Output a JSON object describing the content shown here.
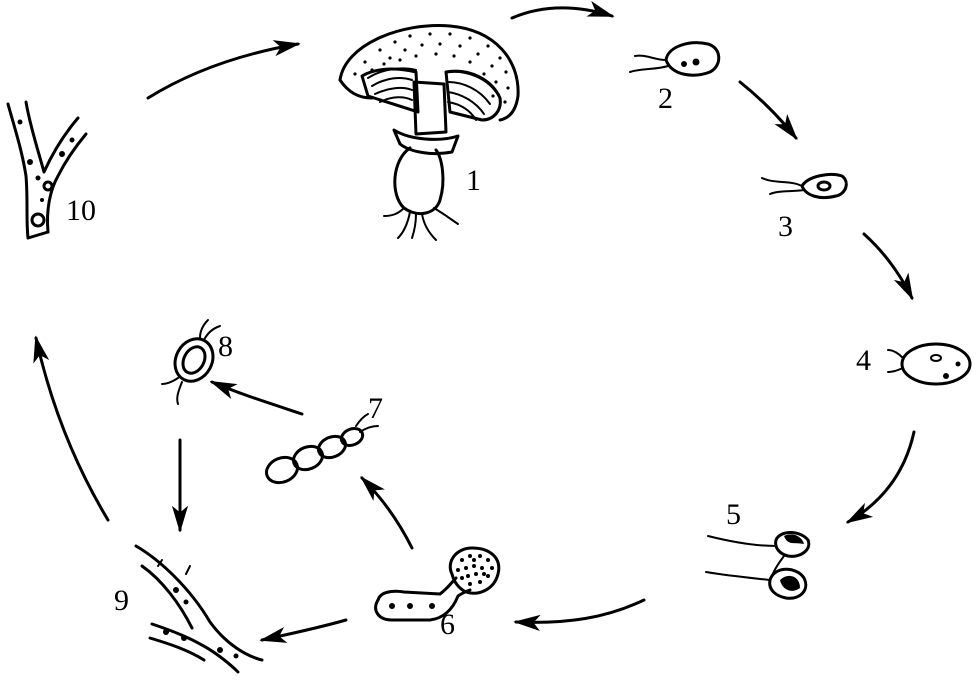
{
  "diagram": {
    "stages": [
      {
        "id": "1",
        "label": "1",
        "icon": "mushroom-fruiting-body-icon"
      },
      {
        "id": "2",
        "label": "2",
        "icon": "flagellate-swarm-cell-icon"
      },
      {
        "id": "3",
        "label": "3",
        "icon": "flagellate-swarm-cell-icon"
      },
      {
        "id": "4",
        "label": "4",
        "icon": "flagellate-swarm-cell-icon"
      },
      {
        "id": "5",
        "label": "5",
        "icon": "fusing-cells-icon"
      },
      {
        "id": "6",
        "label": "6",
        "icon": "club-shaped-structure-icon"
      },
      {
        "id": "7",
        "label": "7",
        "icon": "chained-cells-icon"
      },
      {
        "id": "8",
        "label": "8",
        "icon": "encysted-cell-icon"
      },
      {
        "id": "9",
        "label": "9",
        "icon": "branching-hyphae-icon"
      },
      {
        "id": "10",
        "label": "10",
        "icon": "branching-hyphae-icon"
      }
    ],
    "cycle_order": [
      "1",
      "2",
      "3",
      "4",
      "5",
      "6",
      "7",
      "8",
      "9",
      "10",
      "1"
    ]
  }
}
